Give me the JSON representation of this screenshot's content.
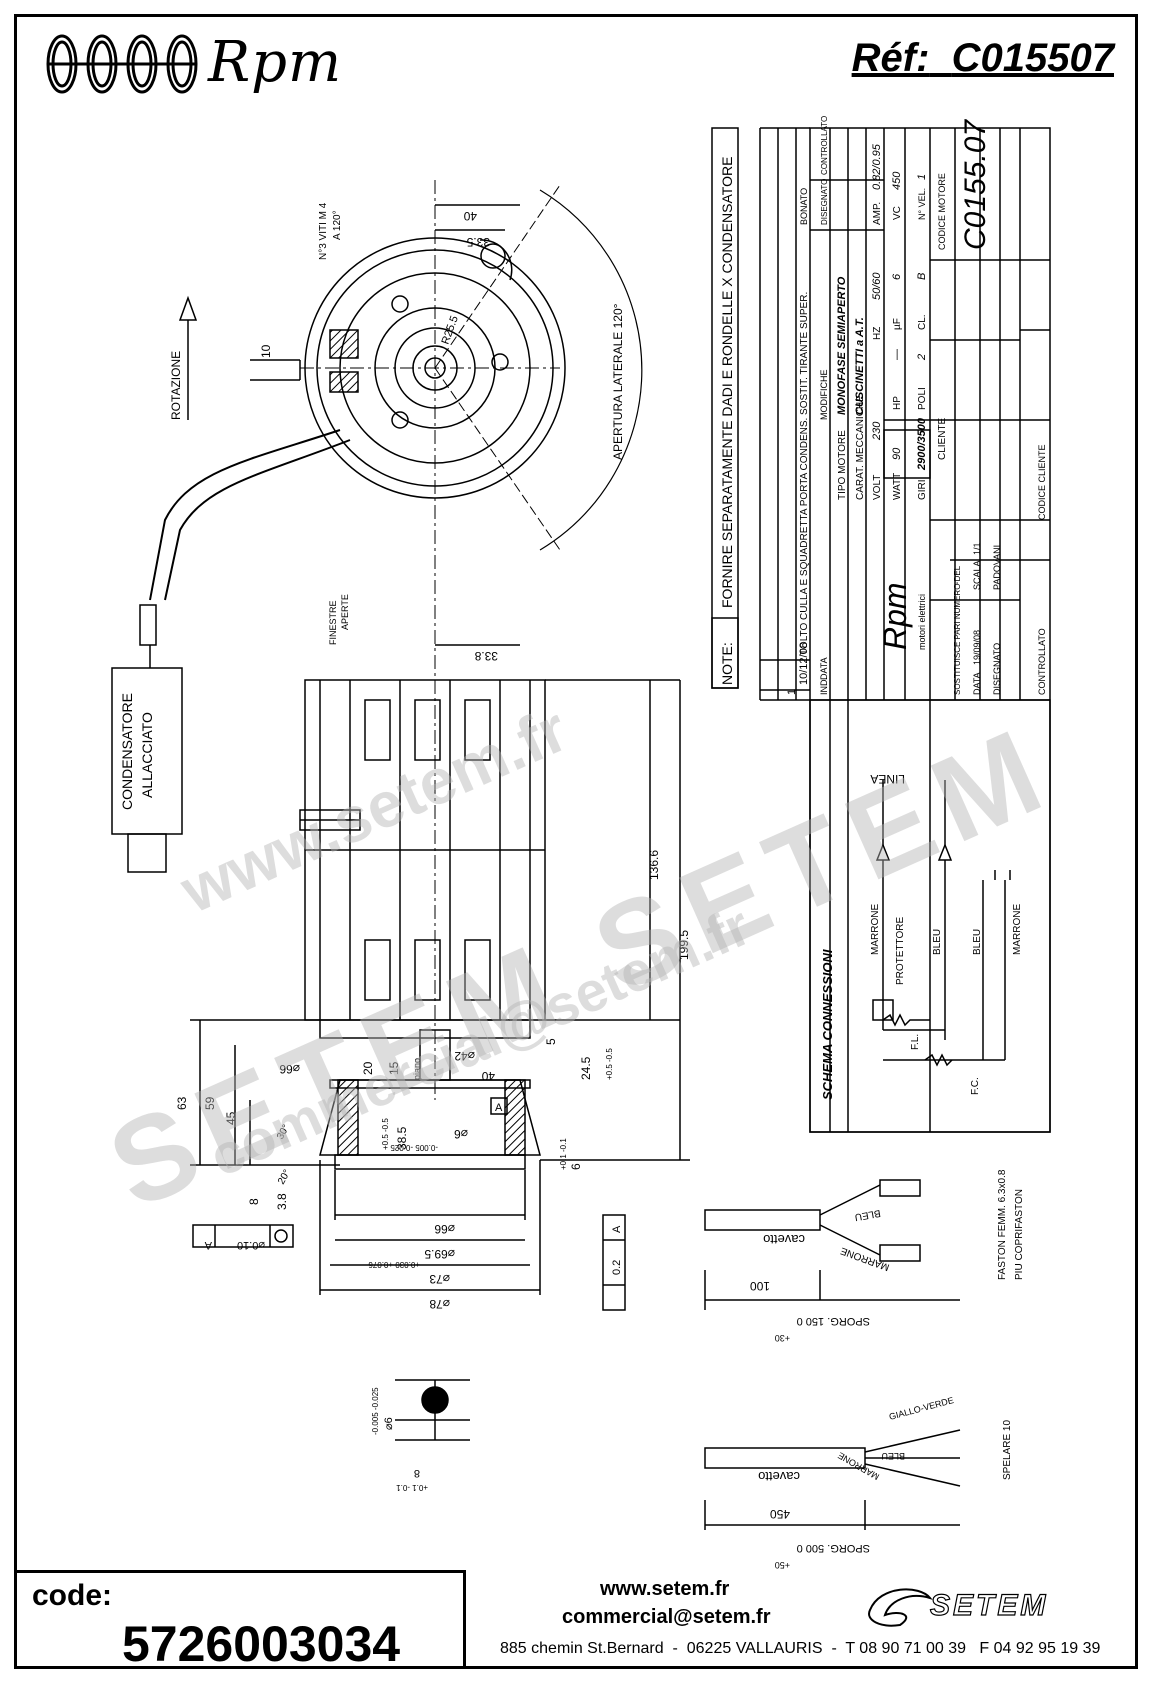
{
  "header": {
    "brand": "Rpm",
    "reference_label": "Réf:",
    "reference_value": "C015507"
  },
  "title_block": {
    "note_header": "NOTE:",
    "note_text": "FORNIRE SEPARATAMENTE DADI E RONDELLE X CONDENSATORE",
    "revisions": [
      {
        "index": "1",
        "date": "10/12/08",
        "description": "TOLTO CULLA E SQUADRETTA PORTA CONDENS. SOSTIT. TIRANTE SUPER.",
        "drawn": "BONATO"
      }
    ],
    "col_ind": "IND.",
    "col_data": "DATA",
    "col_modifiche": "MODIFICHE",
    "col_disegnato": "DISEGNATO",
    "col_controllato": "CONTROLLATO",
    "tipo_motore_label": "TIPO MOTORE",
    "tipo_motore_value": "MONOFASE SEMIAPERTO",
    "carat_label": "CARAT. MECCANICHE",
    "carat_value": "CUSCINETTI a A.T.",
    "volt_label": "VOLT",
    "volt_value": "230",
    "hz_label": "HZ",
    "hz_value": "50/60",
    "amp_label": "AMP.",
    "amp_value": "0.82/0.95",
    "watt_label": "WATT",
    "watt_value": "90",
    "hp_label": "HP",
    "hp_value": "—",
    "uf_label": "µF",
    "uf_value": "6",
    "vc_label": "VC",
    "vc_value": "450",
    "giri_label": "GIRI",
    "giri_value": "2900/3500",
    "poli_label": "POLI",
    "poli_value": "2",
    "cl_label": "CL.",
    "cl_value": "B",
    "nvel_label": "N° VEL.",
    "nvel_value": "1",
    "cliente_label": "CLIENTE",
    "codice_motore_label": "CODICE MOTORE",
    "codice_motore_value": "C0155.07",
    "codice_cliente_label": "CODICE CLIENTE",
    "company_name": "Rpm",
    "company_sub": "motori elettrici",
    "sostituisce_label": "SOSTITUISCE PARI NUMERO DEL",
    "sostituisce_value": "-",
    "data_label": "DATA",
    "data_value": "19/09/08",
    "scala_label": "SCALA",
    "scala_value": "1/1",
    "disegnato_label": "DISEGNATO",
    "disegnato_value": "PADOVANI",
    "controllato_label": "CONTROLLATO"
  },
  "schema": {
    "title": "SCHEMA CONNESSIONI",
    "linea": "LINEA",
    "marrone": "MARRONE",
    "protettore": "PROTETTORE",
    "bleu1": "BLEU",
    "bleu2": "BLEU",
    "marrone2": "MARRONE",
    "fl": "F.L.",
    "fc": "F.C."
  },
  "drawing": {
    "rotazione": "ROTAZIONE",
    "viti": "N°3 VITI M 4",
    "viti2": "A 120°",
    "apertura": "APERTURA LATERALE 120°",
    "r25": "R25.5",
    "d40": "40",
    "d33_5": "33.5",
    "d10": "10",
    "finestre": "FINESTRE",
    "aperte": "APERTE",
    "condensatore": "CONDENSATORE",
    "allacciato": "ALLACCIATO",
    "d33_8": "33.8",
    "d136_6": "136.6",
    "d199_5": "199.5",
    "d24_5": "24.5",
    "tol_05": "+0.5 -0.5",
    "d5": "5",
    "d42": "⌀42",
    "d40b": "40",
    "d20": "20",
    "d15": "15",
    "piano": "piano",
    "d66a": "⌀66",
    "d63": "63",
    "d59": "59",
    "d45": "45",
    "d38_5": "38.5",
    "tol38": "+0.5 -0.5",
    "d6": "⌀6",
    "tol6": "-0.005 -0.025",
    "datum_a": "A",
    "d30deg": "30°",
    "d20deg": "20°",
    "d8": "8",
    "d3_8": "3.8",
    "d6b": "6",
    "tol6b": "+0.1 -0.1",
    "d66b": "⌀66",
    "d69_5": "⌀69.5",
    "tol69": "+0.030 +0.076",
    "d73": "⌀73",
    "d78": "⌀78",
    "conc": "⌀0.10",
    "conc_a": "A",
    "perp": "0.2",
    "perp_a": "A",
    "cavetto1": "cavetto",
    "bleu_w": "BLEU",
    "marrone_w": "MARRONE",
    "faston": "FASTON FEMM. 6.3x0.8",
    "faston2": "PIU COPRIFASTON",
    "d100": "100",
    "sporg150": "SPORG. 150  0",
    "sporg150b": "+30",
    "cavetto2": "cavetto",
    "giallo": "GIALLO-VERDE",
    "bleu_w2": "BLEU",
    "marrone_w2": "MARRONE",
    "spelare": "SPELARE 10",
    "d450": "450",
    "sporg500": "SPORG. 500  0",
    "sporg500b": "+50",
    "d6c": "⌀6",
    "tol6c": "-0.005 -0.025",
    "d8c": "8",
    "tol8c": "+0.1 -0.1"
  },
  "watermark": {
    "line1": "www.setem.fr",
    "line2": "SETEM SETEM",
    "line3": "commercial@setem.fr"
  },
  "footer": {
    "code_label": "code:",
    "code_value": "5726003034",
    "website": "www.setem.fr",
    "email": "commercial@setem.fr",
    "address": "885 chemin St.Bernard  -  06225 VALLAURIS  -  T 08 90 71 00 39   F 04 92 95 19 39",
    "setem_logo": "SETEM"
  }
}
